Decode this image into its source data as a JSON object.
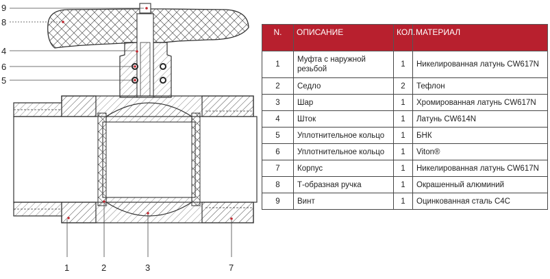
{
  "diagram": {
    "callouts_left": [
      "9",
      "8",
      "4",
      "6",
      "5"
    ],
    "callouts_bottom": [
      "1",
      "2",
      "3",
      "7"
    ],
    "colors": {
      "line": "#333333",
      "marker": "#c0262e",
      "hatch": "#555555"
    }
  },
  "table": {
    "headers": [
      "N.",
      "ОПИСАНИЕ",
      "КОЛ.",
      "МАТЕРИАЛ"
    ],
    "rows": [
      {
        "n": "1",
        "desc": "Муфта с наружной резьбой",
        "qty": "1",
        "material": "Никелированная латунь CW617N"
      },
      {
        "n": "2",
        "desc": "Седло",
        "qty": "2",
        "material": "Тефлон"
      },
      {
        "n": "3",
        "desc": "Шар",
        "qty": "1",
        "material": "Хромированная латунь CW617N"
      },
      {
        "n": "4",
        "desc": "Шток",
        "qty": "1",
        "material": "Латунь CW614N"
      },
      {
        "n": "5",
        "desc": "Уплотнительное кольцо",
        "qty": "1",
        "material": "БНК"
      },
      {
        "n": "6",
        "desc": "Уплотнительное кольцо",
        "qty": "1",
        "material": "Viton®"
      },
      {
        "n": "7",
        "desc": "Корпус",
        "qty": "1",
        "material": "Никелированная латунь CW617N"
      },
      {
        "n": "8",
        "desc": "Т-образная ручка",
        "qty": "1",
        "material": "Окрашенный алюминий"
      },
      {
        "n": "9",
        "desc": "Винт",
        "qty": "1",
        "material": "Оцинкованная сталь С4С"
      }
    ],
    "header_color": "#b8202e"
  }
}
